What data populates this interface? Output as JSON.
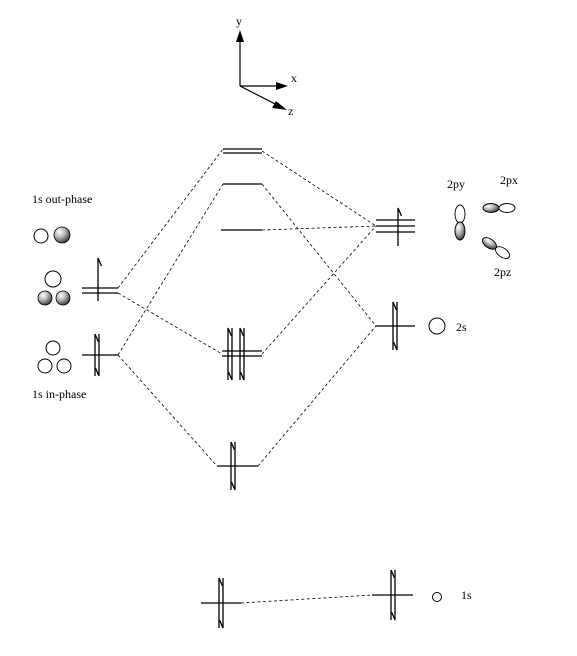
{
  "axes": {
    "y": "y",
    "x": "x",
    "z": "z"
  },
  "labels": {
    "out_phase": "1s out-phase",
    "in_phase": "1s in-phase",
    "orb_2py": "2py",
    "orb_2px": "2px",
    "orb_2pz": "2pz",
    "orb_2s": "2s",
    "orb_1s": "1s"
  }
}
